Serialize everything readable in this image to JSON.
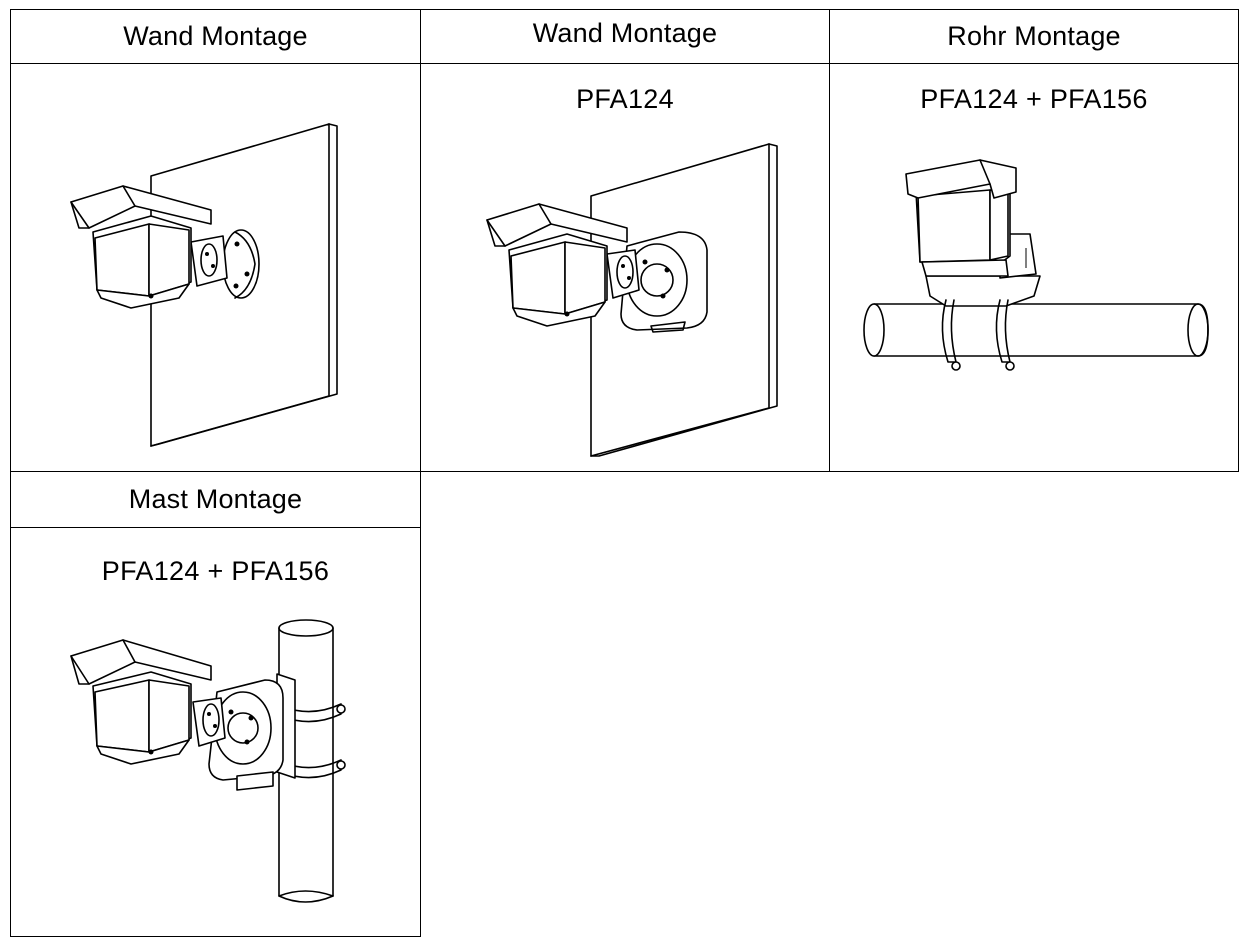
{
  "table": {
    "cells": [
      {
        "header": "Wand Montage",
        "subtitle": ""
      },
      {
        "header": "Wand Montage",
        "subtitle": "PFA124"
      },
      {
        "header": "Rohr Montage",
        "subtitle": "PFA124 + PFA156"
      },
      {
        "header": "Mast Montage",
        "subtitle": "PFA124 + PFA156"
      }
    ]
  },
  "illustrations": [
    {
      "icon": "camera-wall-mount-direct-icon"
    },
    {
      "icon": "camera-wall-mount-junction-box-icon"
    },
    {
      "icon": "camera-pipe-mount-icon"
    },
    {
      "icon": "camera-pole-mount-icon"
    }
  ]
}
